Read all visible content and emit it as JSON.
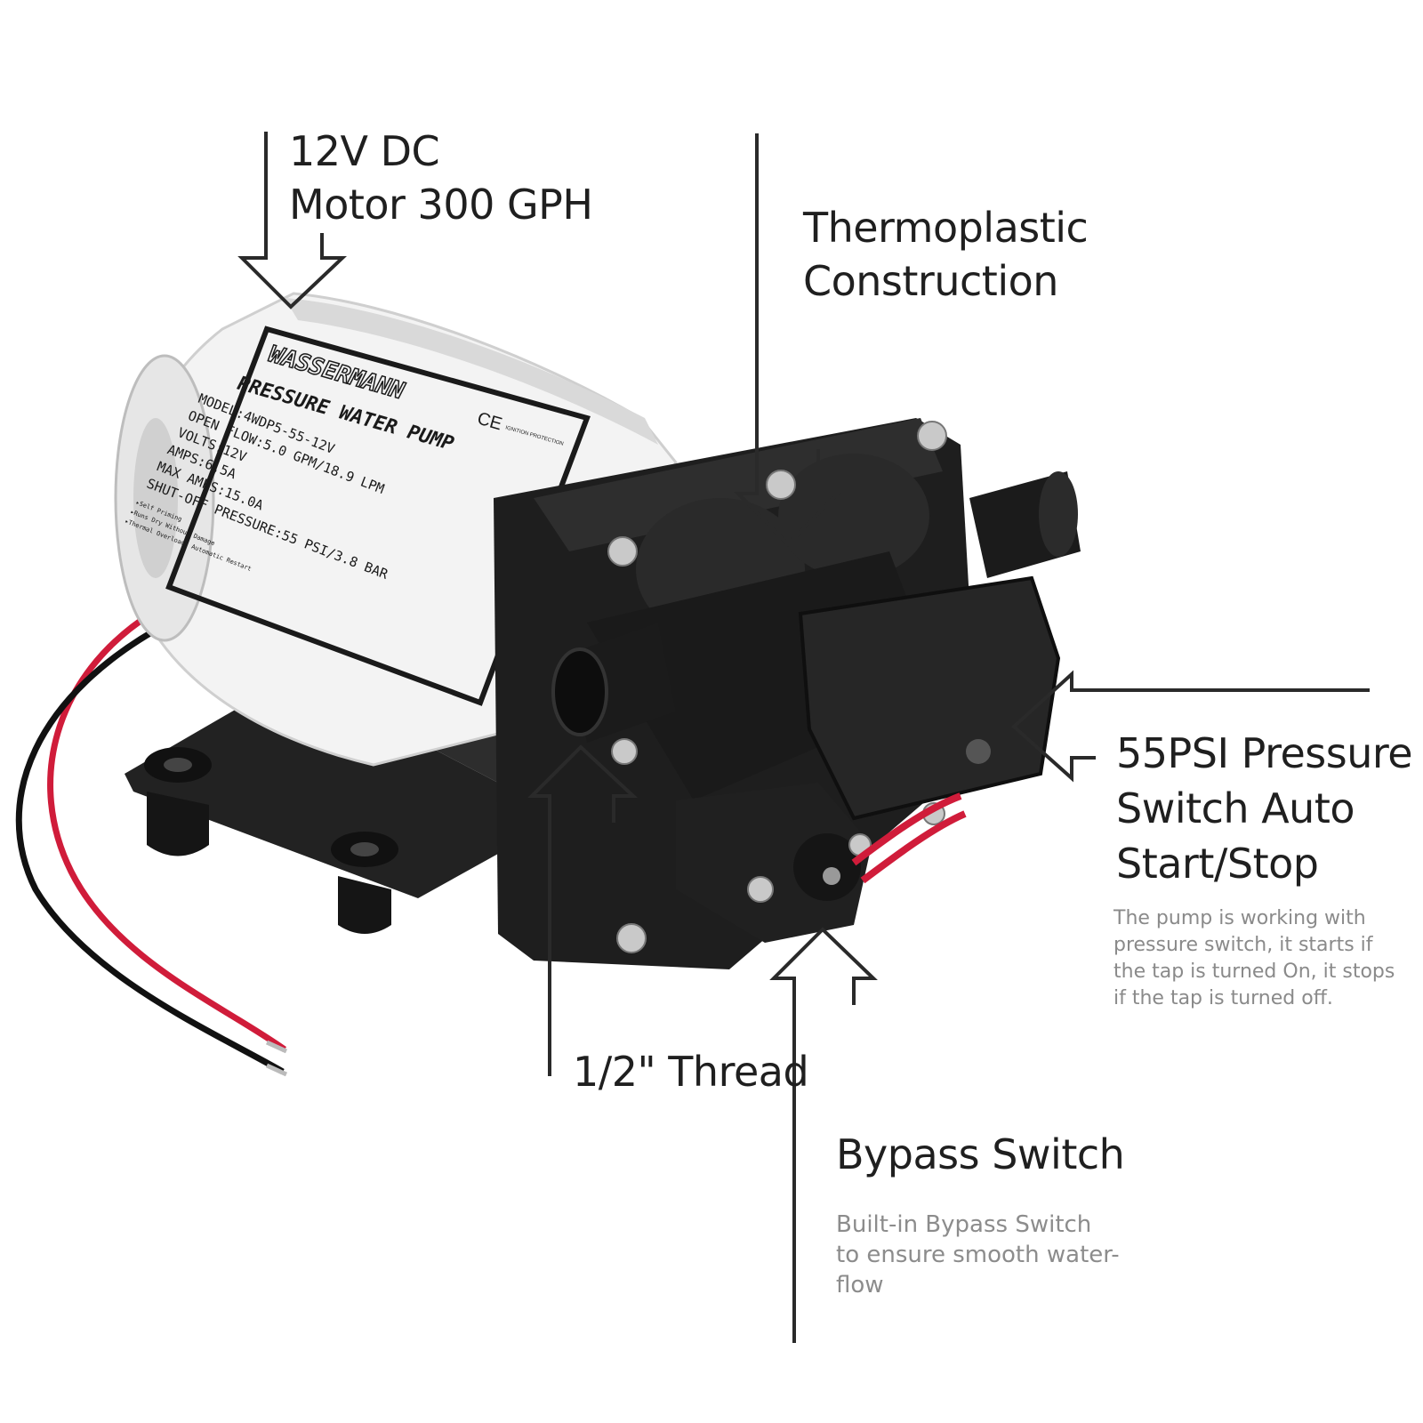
{
  "callouts": {
    "motor": {
      "line1": "12V DC",
      "line2": "Motor 300 GPH"
    },
    "thermoplastic": {
      "line1": "Thermoplastic",
      "line2": "Construction"
    },
    "pressure_switch": {
      "line1": "55PSI Pressure",
      "line2": "Switch  Auto",
      "line3": "Start/Stop",
      "desc1": "The pump is working with",
      "desc2": "pressure switch, it starts if",
      "desc3": "the tap is turned On, it stops",
      "desc4": "if the tap is turned off."
    },
    "thread": {
      "label": "1/2\" Thread"
    },
    "bypass": {
      "title": "Bypass Switch",
      "desc1": "Built-in Bypass Switch",
      "desc2": "to ensure smooth water-",
      "desc3": "flow"
    }
  },
  "pump_label": {
    "brand": "WASSERMANN",
    "product": "PRESSURE WATER PUMP",
    "cert": "CE",
    "cert_note": "IGNITION PROTECTION",
    "model": "MODEL:4WDP5-55-12V",
    "flow": "OPEN FLOW:5.0 GPM/18.9 LPM",
    "volts": "VOLTS:12V",
    "amps": "AMPS:6.5A",
    "max_amps": "MAX AMPS:15.0A",
    "shutoff": "SHUT-OFF PRESSURE:55 PSI/3.8 BAR",
    "feat1": "▸Self Priming",
    "feat2": "▸Runs Dry Without Damage",
    "feat3": "▸Thermal Overload, Automatic Restart"
  },
  "colors": {
    "text": "#1f1f1f",
    "desc": "#8a8a8a",
    "pump_body": "#1c1c1c",
    "motor_can": "#f2f2f2",
    "wire_red": "#d01c3a",
    "wire_black": "#111111"
  },
  "icons": [
    "arrow-down-icon",
    "arrow-up-icon",
    "arrow-left-icon"
  ]
}
